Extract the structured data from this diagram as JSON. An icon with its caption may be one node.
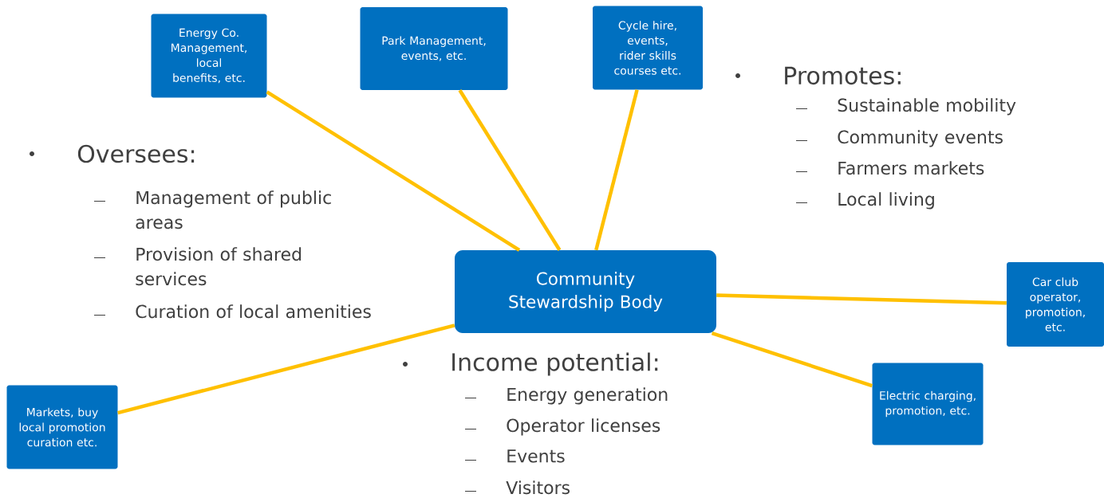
{
  "diagram": {
    "nodes": [
      {
        "text": [
          "Community Stewardship Body"
        ]
      },
      {
        "text": [
          "Energy Co. Management, local benefits, etc."
        ]
      },
      {
        "text": [
          "Park Management, events, etc."
        ]
      },
      {
        "text": [
          "Cycle hire, events, rider skills courses etc."
        ]
      },
      {
        "text": [
          "Car club operator, promotion, etc."
        ]
      },
      {
        "text": [
          "Electric charging, promotion, etc."
        ]
      },
      {
        "text": [
          "Markets, buy local promotion curation etc."
        ]
      }
    ],
    "edges": [
      {
        "from": 0,
        "to": 1,
        "arrow": "none"
      },
      {
        "from": 0,
        "to": 2,
        "arrow": "none"
      },
      {
        "from": 0,
        "to": 3,
        "arrow": "none"
      },
      {
        "from": 0,
        "to": 4,
        "arrow": "none"
      },
      {
        "from": 0,
        "to": 5,
        "arrow": "none"
      },
      {
        "from": 0,
        "to": 6,
        "arrow": "none"
      }
    ],
    "labels": [
      "Oversees:",
      "Management of public areas",
      "Provision of shared services",
      "Curation of local amenities",
      "Promotes:",
      "Sustainable mobility",
      "Community events",
      "Farmers markets",
      "Local living",
      "Income potential:",
      "Energy generation",
      "Operator licenses",
      "Events",
      "Visitors"
    ]
  }
}
